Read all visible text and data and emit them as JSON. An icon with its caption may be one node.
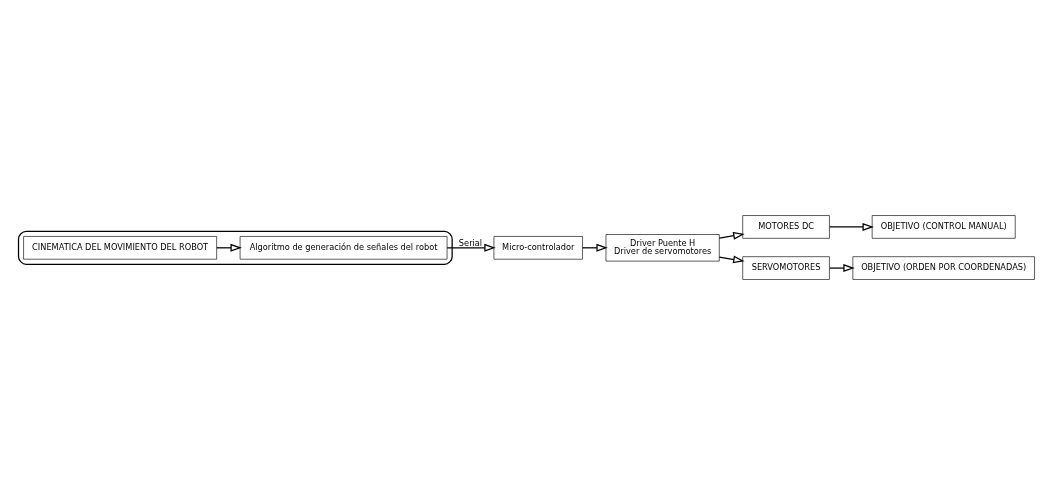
{
  "diagram": {
    "nodes": [
      {
        "text": [],
        "shape": "box"
      },
      {
        "text": [
          "CINEMATICA DEL MOVIMIENTO DEL ROBOT"
        ],
        "in": 0
      },
      {
        "text": [
          "Algoritmo de generación de señales del robot"
        ],
        "in": 0
      },
      {
        "text": [
          "Micro-controlador"
        ]
      },
      {
        "text": [
          "Driver Puente H",
          "Driver de servomotores"
        ]
      },
      {
        "text": [
          "MOTORES DC"
        ]
      },
      {
        "text": [
          "SERVOMOTORES"
        ]
      },
      {
        "text": [
          "OBJETIVO (CONTROL MANUAL)"
        ]
      },
      {
        "text": [
          "OBJETIVO (ORDEN POR COORDENADAS)"
        ]
      }
    ],
    "edges": [
      {
        "from": 1,
        "to": 2,
        "arrow": "to"
      },
      {
        "from": 2,
        "to": 3,
        "arrow": "to",
        "label": "Serial"
      },
      {
        "from": 3,
        "to": 4,
        "arrow": "to"
      },
      {
        "from": 4,
        "to": 5,
        "arrow": "to"
      },
      {
        "from": 4,
        "to": 6,
        "arrow": "to"
      },
      {
        "from": 5,
        "to": 7,
        "arrow": "to"
      },
      {
        "from": 6,
        "to": 8,
        "arrow": "to"
      }
    ]
  }
}
